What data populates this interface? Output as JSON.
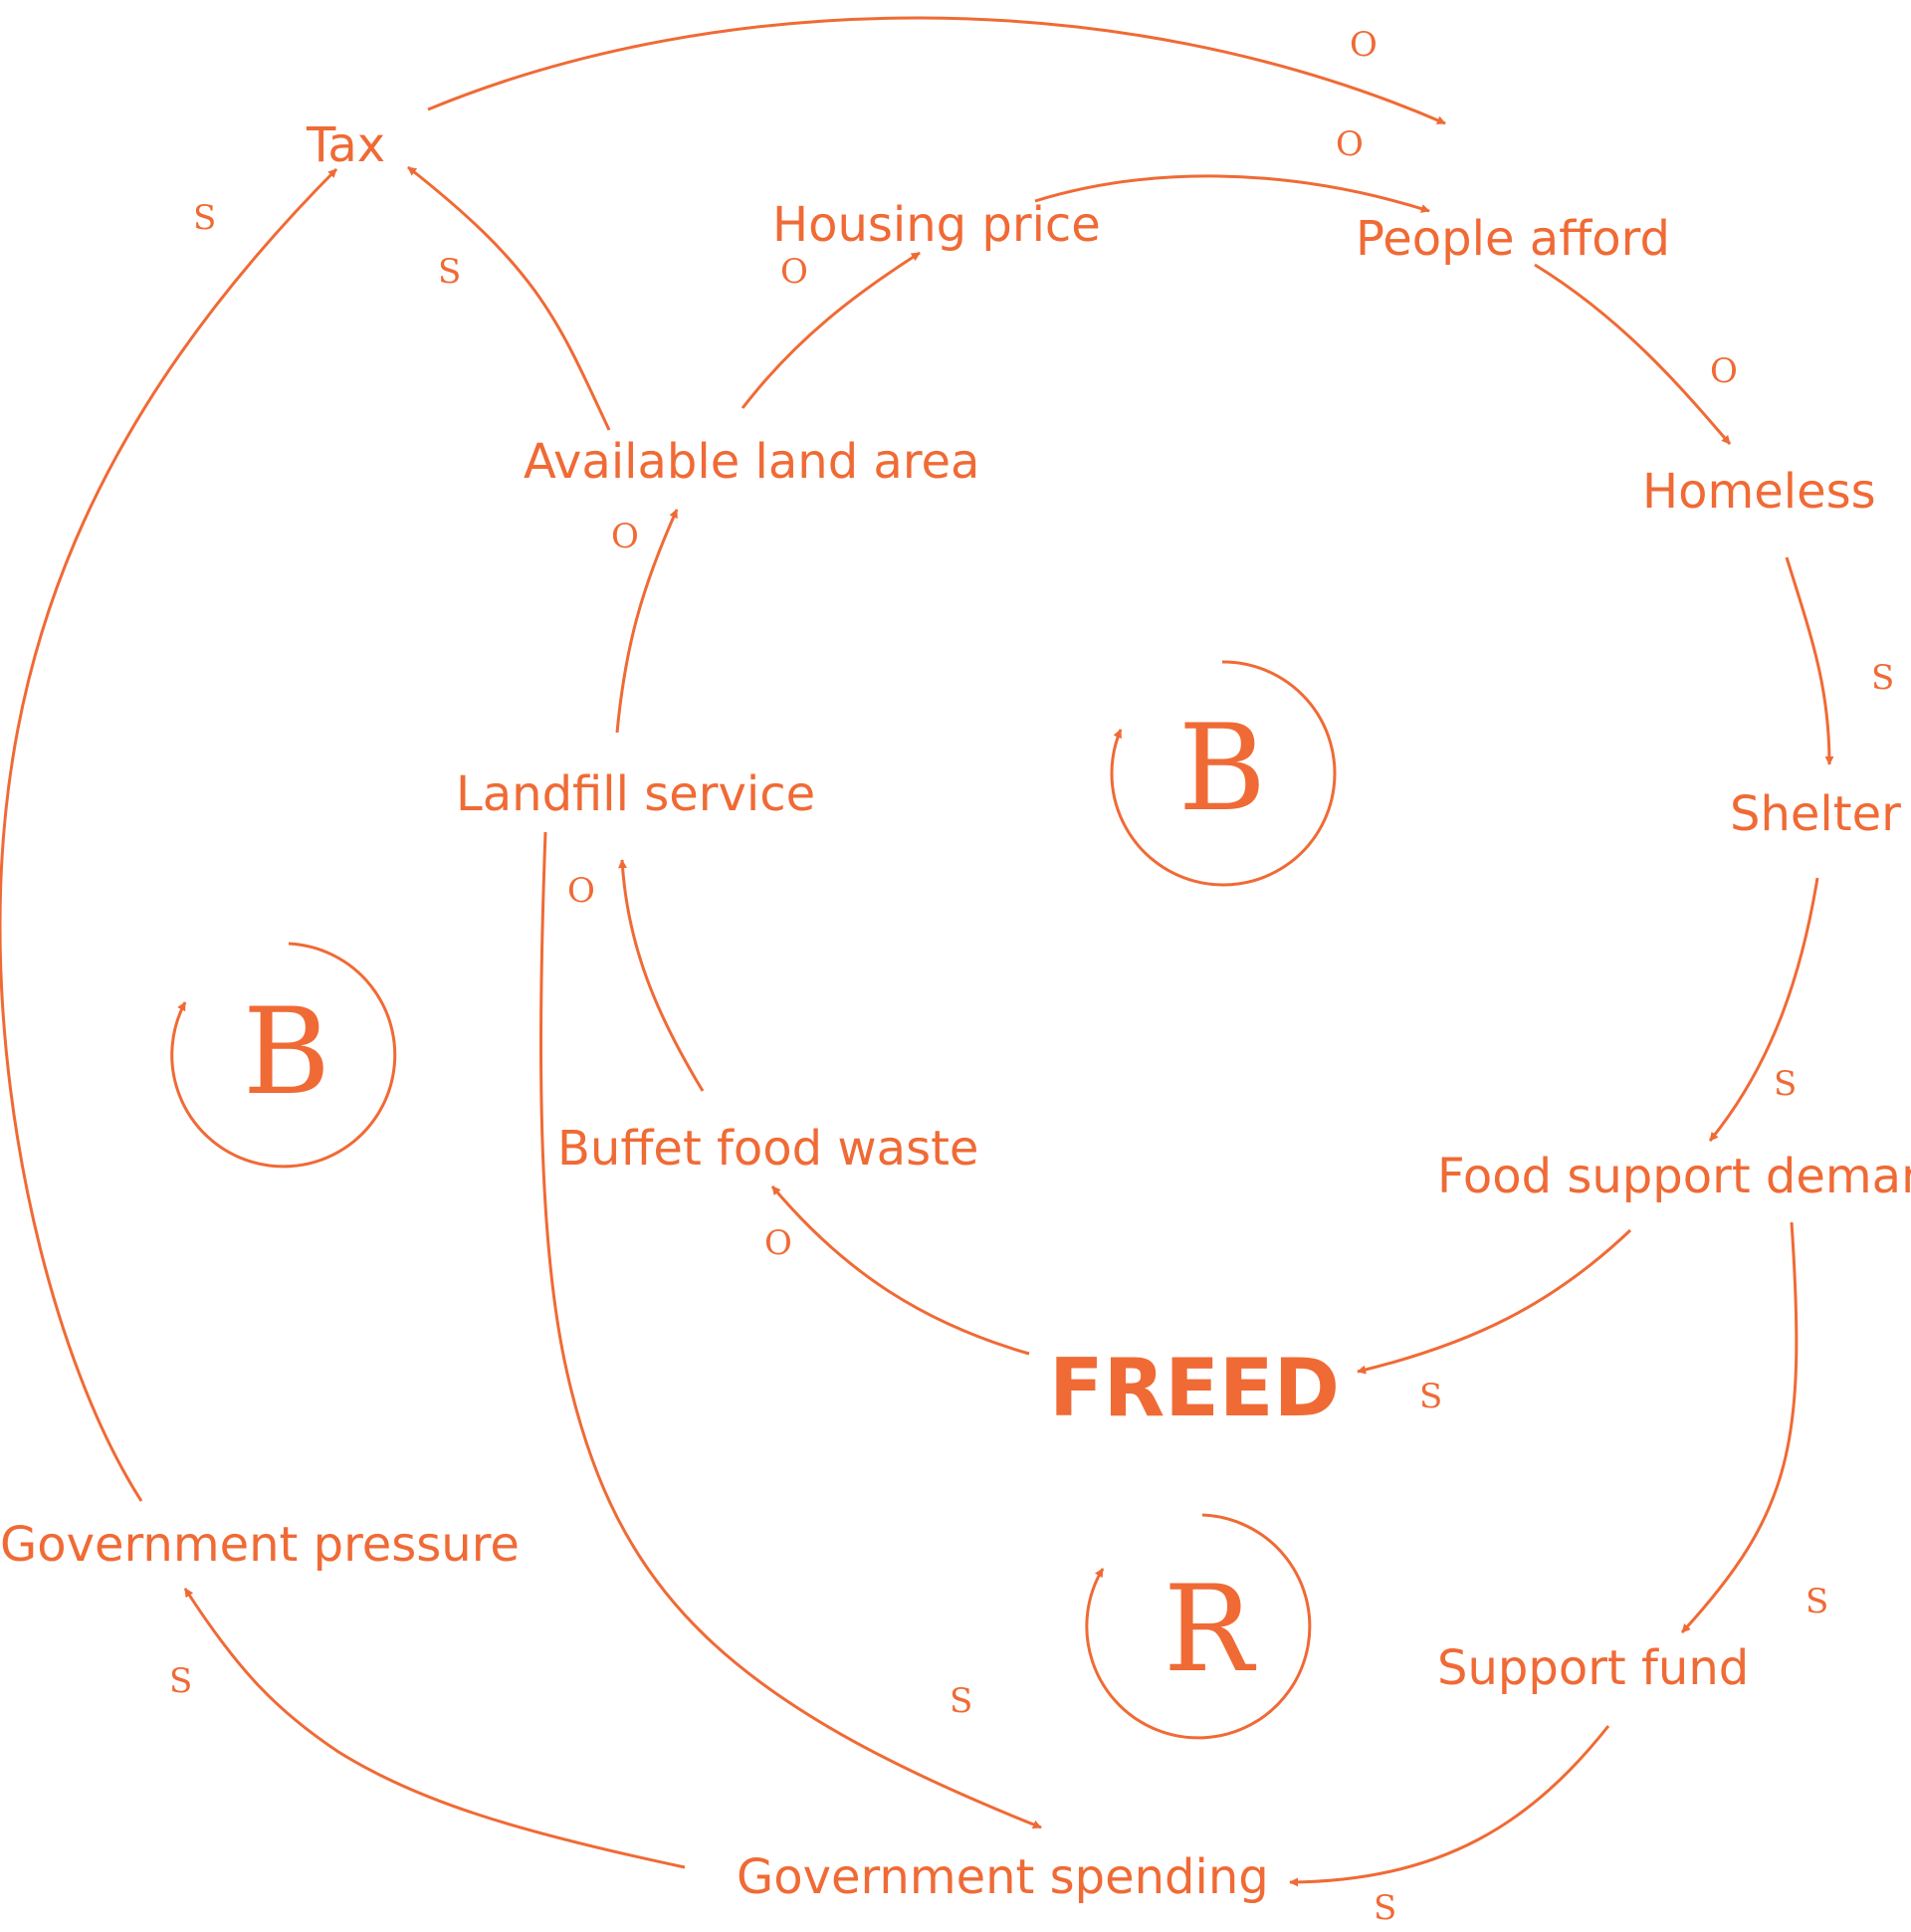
{
  "center": "FREED",
  "nodes": {
    "tax": "Tax",
    "housing_price": "Housing price",
    "people_afford": "People afford",
    "available_land": "Available land area",
    "homeless": "Homeless",
    "landfill": "Landfill service",
    "shelter": "Shelter",
    "buffet_waste": "Buffet food waste",
    "food_demand": "Food support demand",
    "gov_pressure": "Government pressure",
    "support_fund": "Support fund",
    "gov_spending": "Government spending"
  },
  "loops": {
    "inner": "B",
    "left": "B",
    "bottom": "R"
  },
  "polarity": {
    "tax_to_afford": "O",
    "price_to_afford": "O",
    "afford_to_homeless": "O",
    "land_to_price": "O",
    "land_to_tax": "S",
    "pressure_to_tax": "S",
    "homeless_to_shelter": "S",
    "landfill_to_land": "O",
    "waste_to_landfill": "O",
    "shelter_to_demand": "S",
    "freed_to_waste": "O",
    "demand_to_freed": "S",
    "demand_to_fund": "S",
    "spending_to_pressure": "S",
    "landfill_to_spending": "S",
    "fund_to_spending": "S"
  }
}
